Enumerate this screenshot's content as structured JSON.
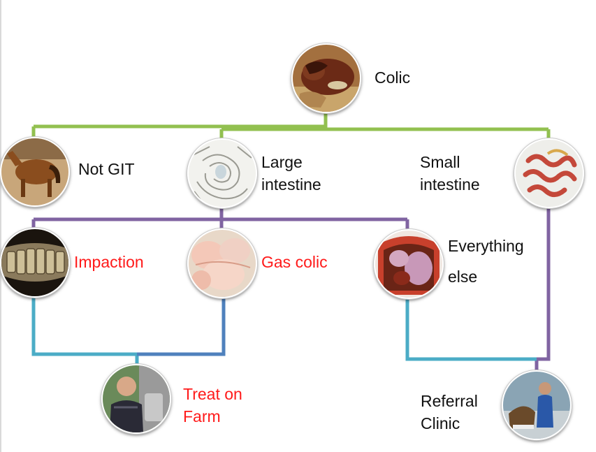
{
  "nodes": {
    "colic": {
      "label": "Colic"
    },
    "not_git": {
      "label": "Not GIT"
    },
    "large_intestine": {
      "label_lines": [
        "Large",
        "intestine"
      ]
    },
    "small_intestine": {
      "label_lines": [
        "Small",
        "intestine"
      ]
    },
    "impaction": {
      "label": "Impaction"
    },
    "gas_colic": {
      "label": "Gas colic"
    },
    "everything_else": {
      "label_lines": [
        "Everything",
        "else"
      ]
    },
    "treat_on_farm": {
      "label_lines": [
        "Treat on",
        "Farm"
      ]
    },
    "referral_clinic": {
      "label_lines": [
        "Referral",
        "Clinic"
      ]
    }
  },
  "colors": {
    "green_connector": "#92c050",
    "purple_connector": "#8064a2",
    "teal_connector": "#4bacc6",
    "blue_connector": "#4f81bd",
    "red_text": "#ff1a1a",
    "text": "#111111"
  },
  "icons": {
    "colic": "horse-lying-photo",
    "not_git": "pony-photo",
    "large_intestine": "large-intestine-drawing",
    "small_intestine": "small-intestine-drawing",
    "impaction": "impaction-xray",
    "gas_colic": "gas-distended-bowel-photo",
    "everything_else": "abdomen-anatomy-drawing",
    "treat_on_farm": "vet-on-farm-photo",
    "referral_clinic": "clinic-photo"
  }
}
